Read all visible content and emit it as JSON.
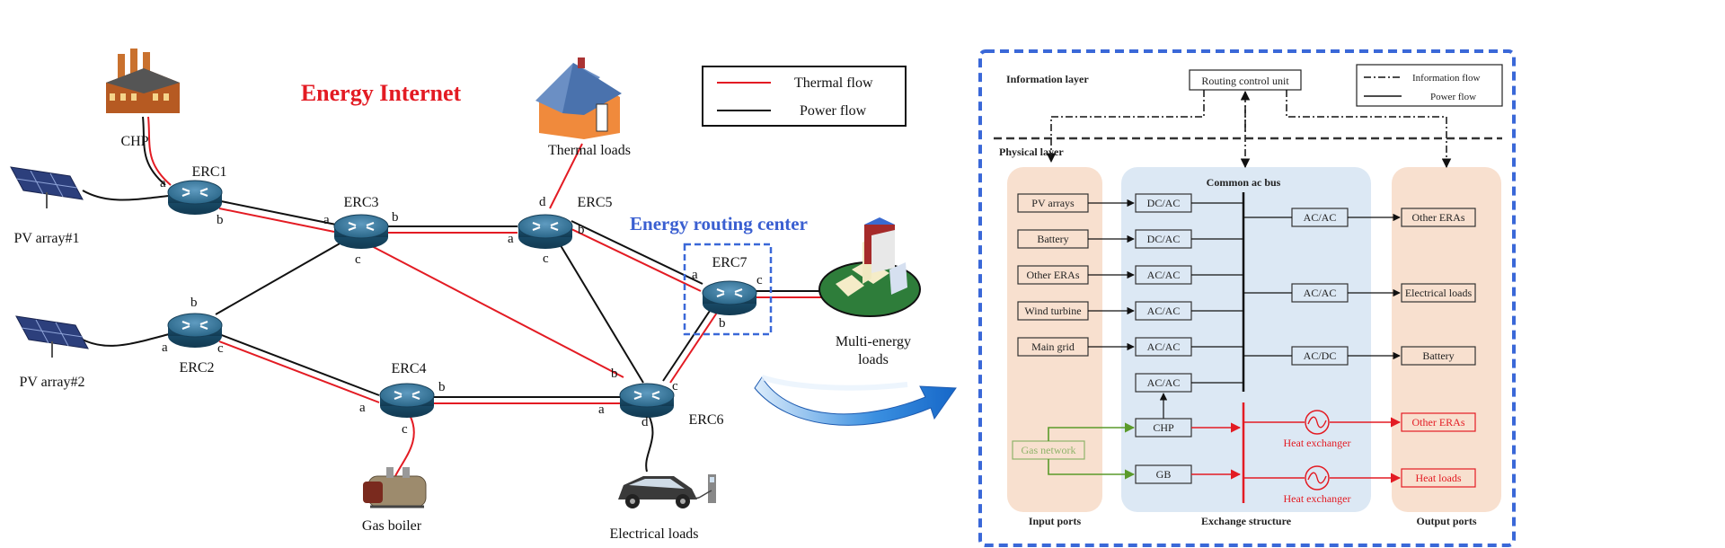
{
  "left": {
    "title": "Energy Internet",
    "erc_title": "Energy routing center",
    "legend": {
      "thermal": "Thermal flow",
      "power": "Power flow",
      "thermal_color": "#e31b23",
      "power_color": "#111111"
    },
    "routers": {
      "erc1": "ERC1",
      "erc2": "ERC2",
      "erc3": "ERC3",
      "erc4": "ERC4",
      "erc5": "ERC5",
      "erc6": "ERC6",
      "erc7": "ERC7"
    },
    "devices": {
      "chp": "CHP",
      "pv1": "PV array#1",
      "pv2": "PV array#2",
      "thermal_loads": "Thermal loads",
      "multi_energy_1": "Multi-energy",
      "multi_energy_2": "loads",
      "gas_boiler": "Gas boiler",
      "electrical_loads": "Electrical loads"
    },
    "ports": {
      "a": "a",
      "b": "b",
      "c": "c",
      "d": "d"
    }
  },
  "right": {
    "information_layer": "Information layer",
    "physical_layer": "Physical layer",
    "routing_unit": "Routing control unit",
    "legend_info": "Information flow",
    "legend_power": "Power flow",
    "common_bus": "Common ac bus",
    "inputs": [
      "PV arrays",
      "Battery",
      "Other ERAs",
      "Wind turbine",
      "Main grid"
    ],
    "converters": [
      "DC/AC",
      "DC/AC",
      "AC/AC",
      "AC/AC",
      "AC/AC",
      "AC/AC"
    ],
    "out_converters": [
      "AC/AC",
      "AC/AC",
      "AC/DC"
    ],
    "outputs": [
      "Other ERAs",
      "Electrical loads",
      "Battery"
    ],
    "gas_network": "Gas network",
    "chp": "CHP",
    "gb": "GB",
    "heat_exchanger": "Heat exchanger",
    "thermal_outputs": [
      "Other ERAs",
      "Heat loads"
    ],
    "input_ports": "Input ports",
    "exchange_structure": "Exchange structure",
    "output_ports": "Output ports",
    "colors": {
      "accent_border": "#3a68d8",
      "input_bg": "#f8e0cf",
      "exchange_bg": "#dce8f4",
      "thermal": "#e31b23",
      "gas": "#5a9a2a"
    }
  }
}
